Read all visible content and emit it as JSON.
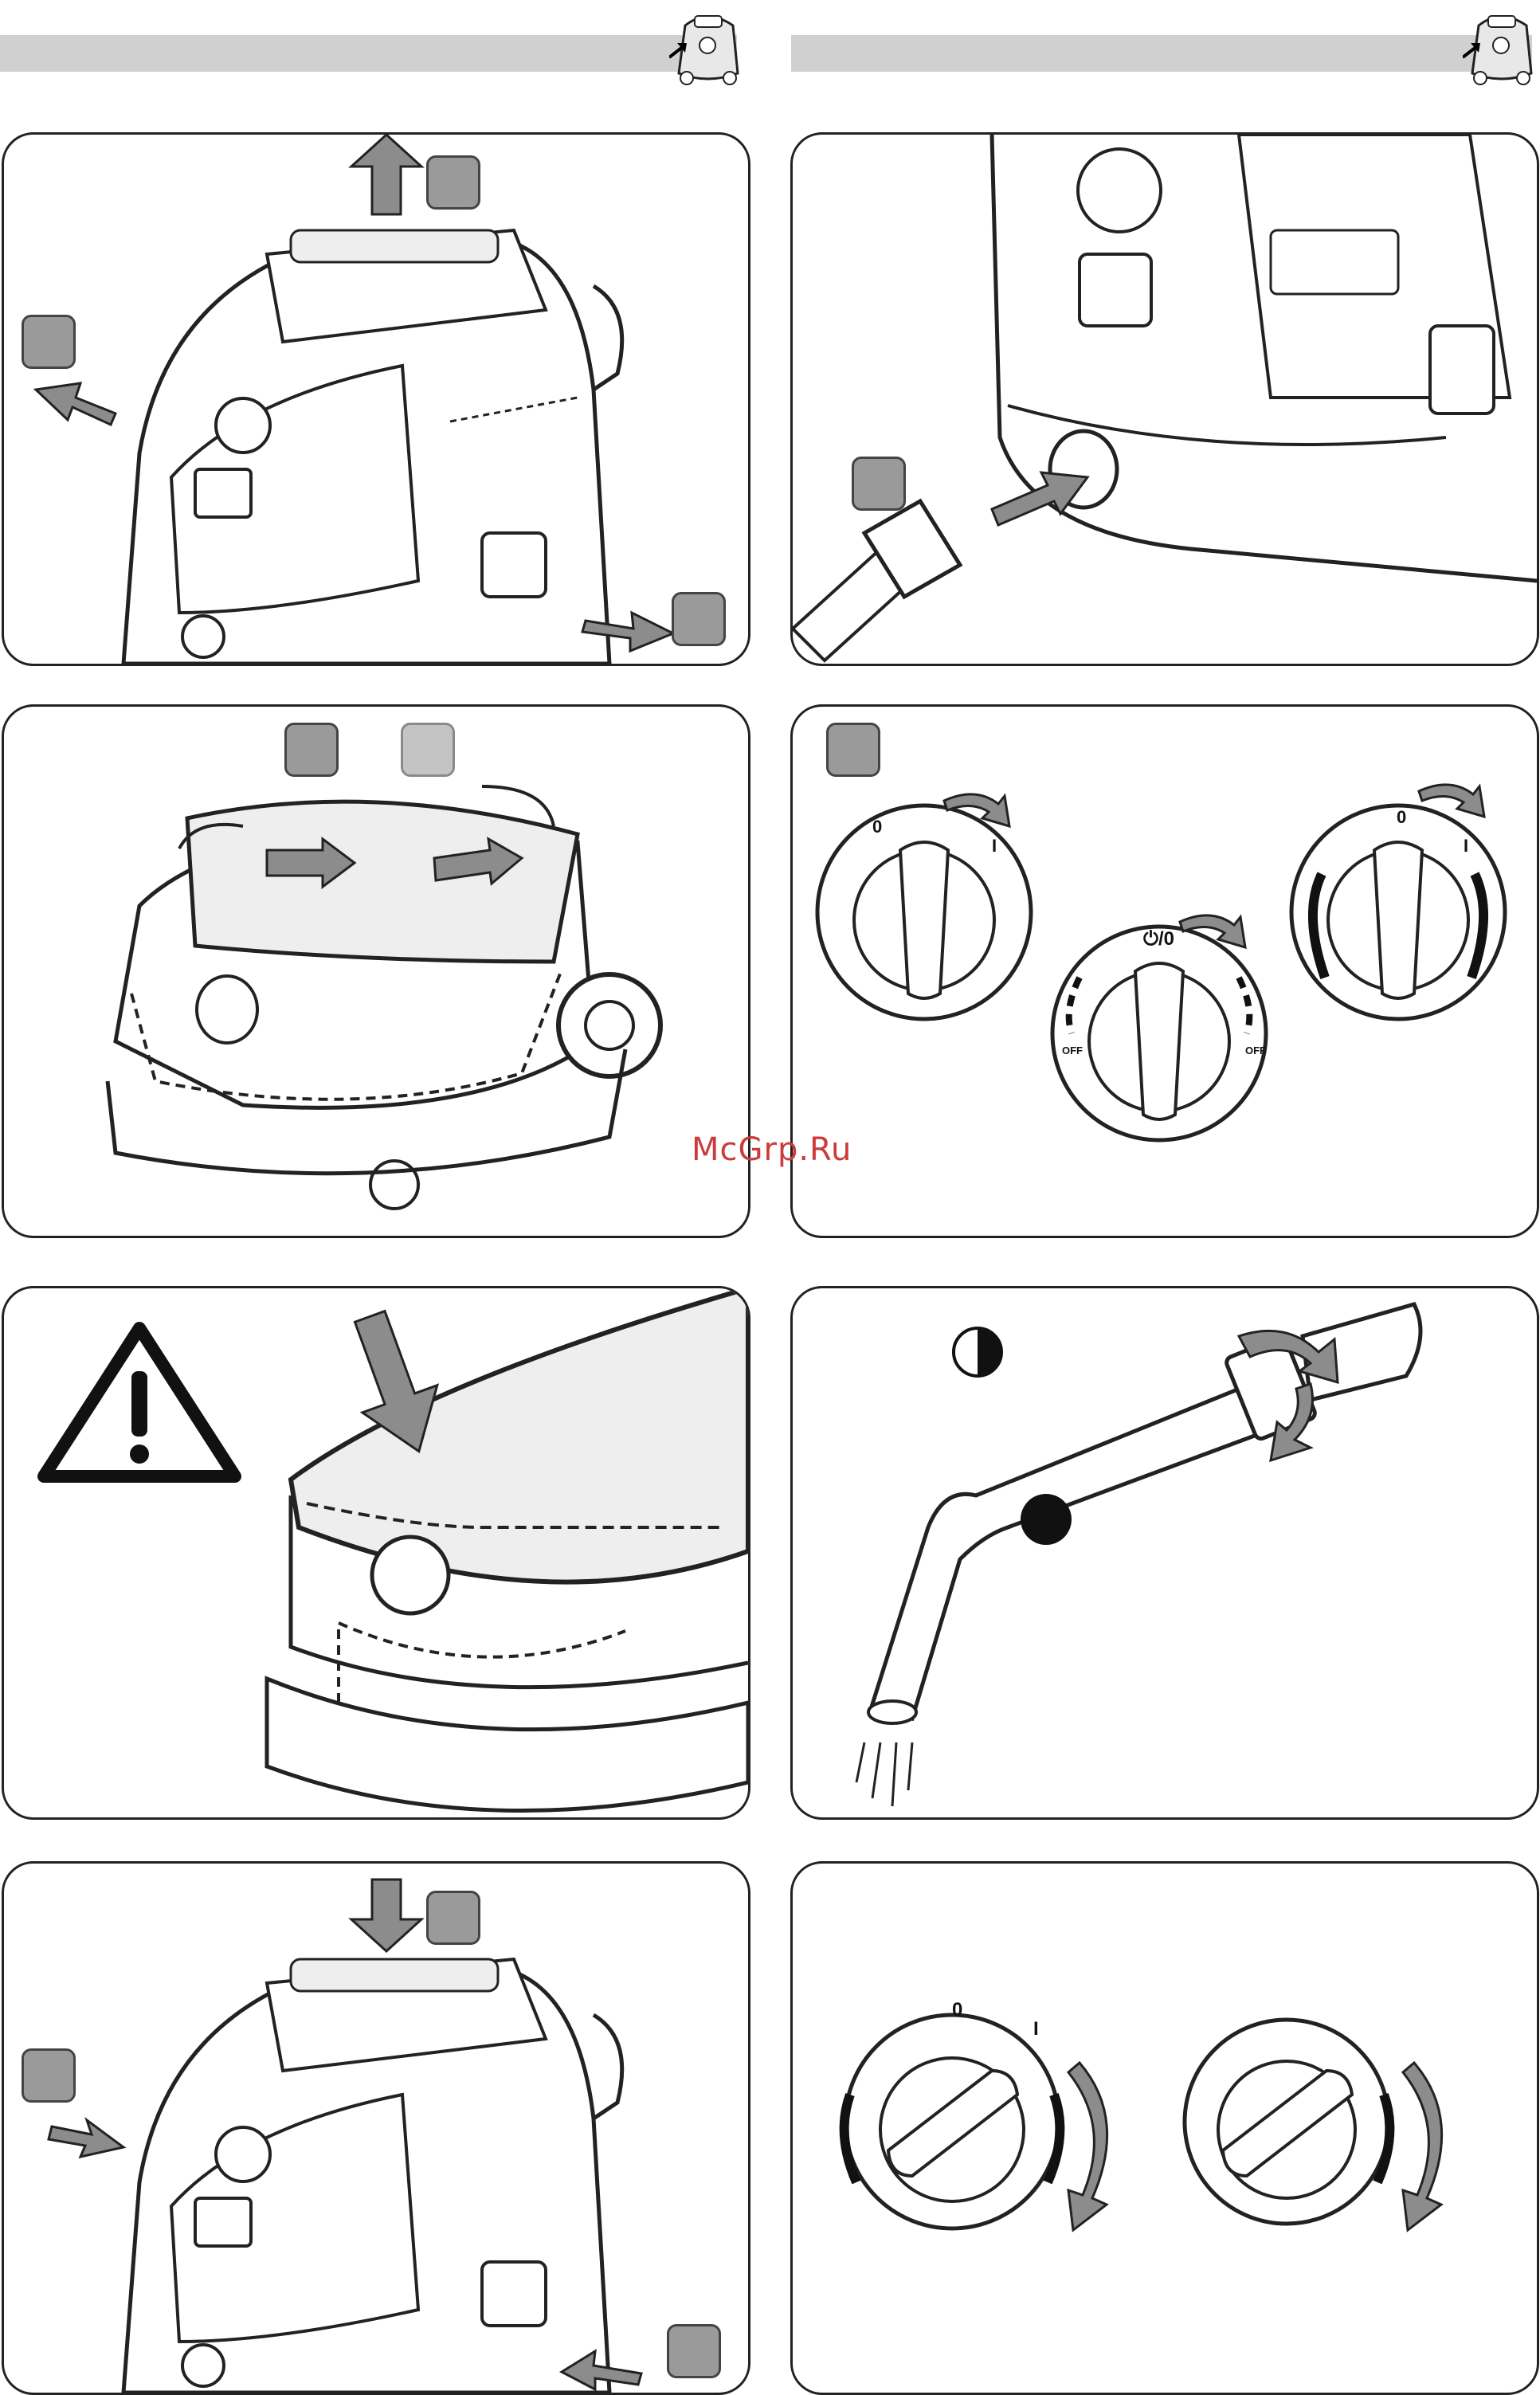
{
  "watermark": {
    "text": "McGrp.Ru"
  },
  "dial_labels": {
    "zero": "0",
    "one": "I",
    "power_zero": "⏻/0",
    "off": "OFF"
  },
  "colors": {
    "header_bar": "#d0d0d0",
    "step_box": "#9a9a9a",
    "arrow_fill": "#8c8c8c",
    "line": "#222222",
    "watermark": "#cc3b3b"
  },
  "panels": [
    {
      "id": "remove-head",
      "icons": [
        "vacuum-head-icon",
        "lift-arrow-icon",
        "latch-arrow-icon"
      ]
    },
    {
      "id": "attach-hose",
      "icons": [
        "hose-connector-icon",
        "insert-arrow-icon"
      ]
    },
    {
      "id": "insert-filter-bag",
      "icons": [
        "filter-bag-icon",
        "rotate-arrow-icon"
      ]
    },
    {
      "id": "dial-settings",
      "icons": [
        "rotary-dial-icon",
        "rotate-arrow-icon"
      ]
    },
    {
      "id": "warning-bag-fitting",
      "icons": [
        "warning-triangle-icon",
        "press-arrow-icon"
      ]
    },
    {
      "id": "suction-regulator",
      "icons": [
        "suction-tube-icon",
        "half-circle-icon",
        "full-circle-icon"
      ]
    },
    {
      "id": "attach-head",
      "icons": [
        "vacuum-head-icon",
        "lower-arrow-icon"
      ]
    },
    {
      "id": "dial-adjust",
      "icons": [
        "rotary-dial-icon",
        "swing-arrow-icon"
      ]
    }
  ]
}
